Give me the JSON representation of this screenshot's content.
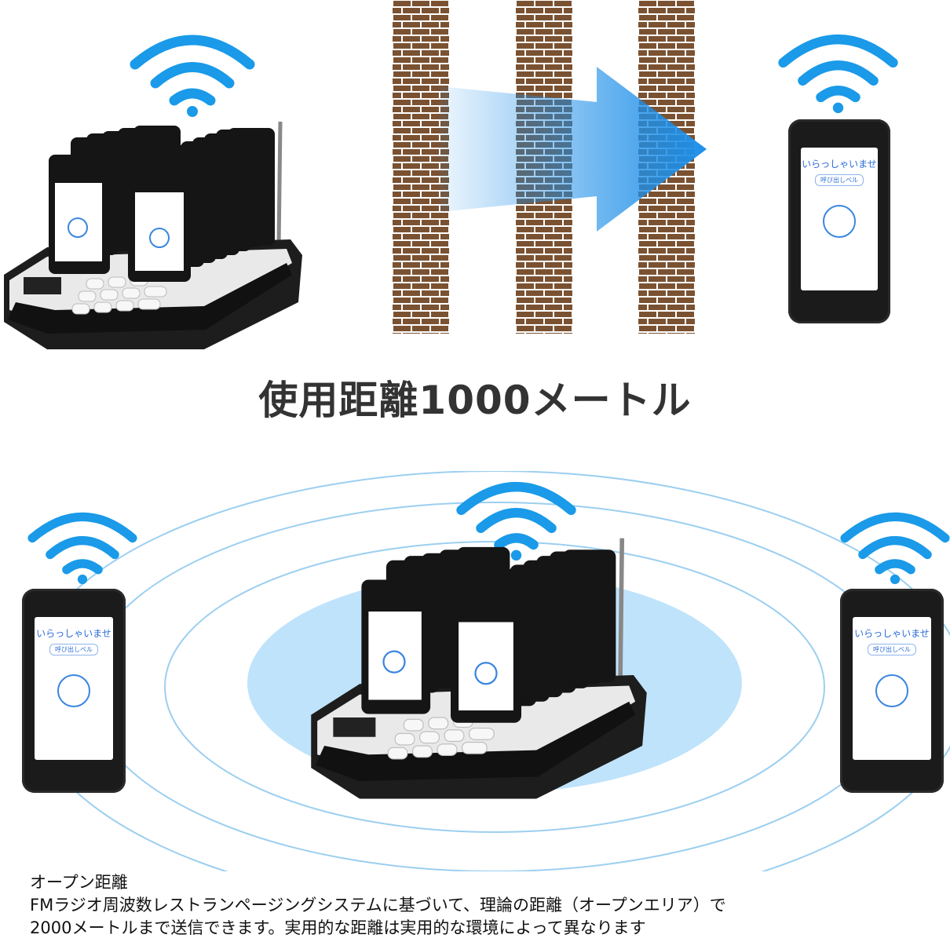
{
  "headline": "使用距離1000メートル",
  "pager_screen": {
    "greeting": "いらっしゃいませ",
    "sub_label": "呼び出しベル"
  },
  "description": {
    "title": "オープン距離",
    "line1": "FMラジオ周波数レストランページングシステムに基づいて、理論の距離（オープンエリア）で",
    "line2": "2000メートルまで送信できます。実用的な距離は実用的な環境によって異なります"
  },
  "colors": {
    "wifi": "#1a9ae8",
    "arrow": "#1e8fe8",
    "brick": "#7a5232",
    "mortar": "#ffffff",
    "ripple": "#9ccff0",
    "glow": "#bfe3fb",
    "device_body": "#1b1b1b"
  },
  "icons": [
    "wifi-icon",
    "right-arrow-icon",
    "brick-wall",
    "pager-device",
    "base-station"
  ]
}
